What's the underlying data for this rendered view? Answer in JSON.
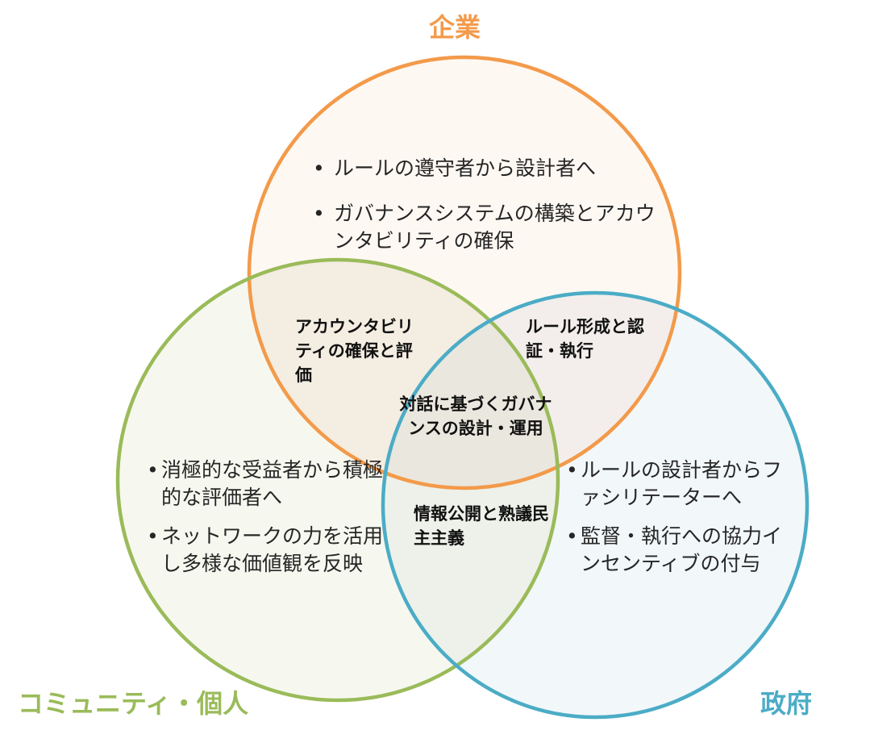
{
  "colors": {
    "corporate": "#F39A4A",
    "community": "#9ABB59",
    "government": "#4BACC6",
    "corporate_fill": "#FEF8F3",
    "community_fill": "#F6F8EF",
    "government_fill": "#F2F7FA",
    "overlap_corp_comm": "#F4EDE2",
    "overlap_corp_gov": "#F3EEEC",
    "overlap_comm_gov": "#EDF1EA",
    "overlap_all": "#EAE7DE"
  },
  "titles": {
    "corporate": "企業",
    "community": "コミュニティ・個人",
    "government": "政府"
  },
  "corporate": {
    "items": [
      "ルールの遵守者から設計者へ",
      "ガバナンスシステムの構築とアカウンタビリティの確保"
    ]
  },
  "community": {
    "items": [
      "消極的な受益者から積極的な評価者へ",
      "ネットワークの力を活用し多様な価値観を反映"
    ]
  },
  "government": {
    "items": [
      "ルールの設計者からファシリテーターへ",
      "監督・執行への協力インセンティブの付与"
    ]
  },
  "overlaps": {
    "corp_comm": "アカウンタビリティの確保と評価",
    "corp_gov": "ルール形成と認証・執行",
    "all": "対話に基づくガバナンスの設計・運用",
    "gov_comm": "情報公開と熟議民主主義"
  }
}
